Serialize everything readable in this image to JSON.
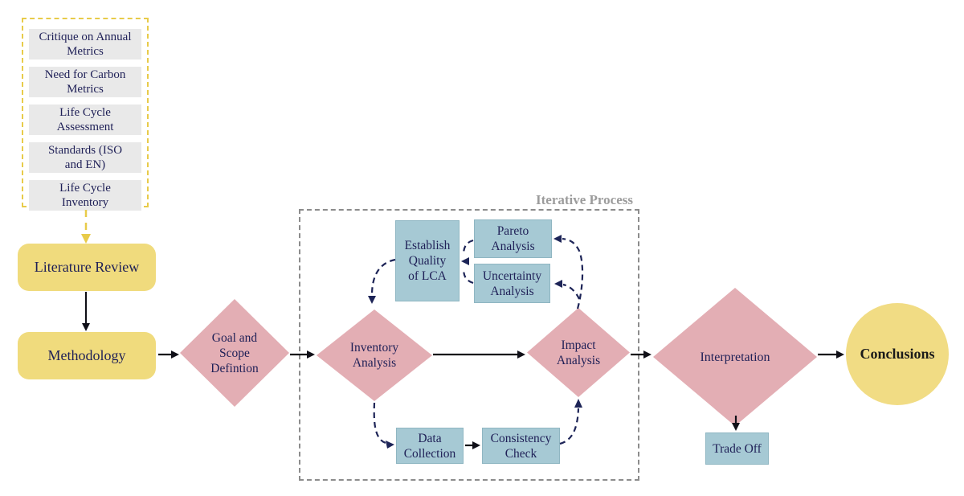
{
  "colors": {
    "yellow_fill": "#F0DB7D",
    "yellow_dash": "#E8CB4A",
    "pink_diamond": "#E3AEB4",
    "blue_fill": "#A6C9D4",
    "blue_border": "#8FB6C2",
    "gray_item": "#E9E9E9",
    "navy_text": "#1F2057",
    "navy_dash_arrow": "#1D2457",
    "gray_dash_border": "#8C8C8C",
    "iterative_label_gray": "#9C9C9C",
    "solid_arrow": "#101018"
  },
  "literature_topics": {
    "items": [
      "Critique on Annual\nMetrics",
      "Need for Carbon\nMetrics",
      "Life Cycle\nAssessment",
      "Standards (ISO\nand EN)",
      "Life Cycle\nInventory"
    ]
  },
  "nodes": {
    "literature_review": "Literature Review",
    "methodology": "Methodology",
    "goal_scope": "Goal and\nScope\nDefintion",
    "inventory_analysis": "Inventory\nAnalysis",
    "establish_quality": "Establish\nQuality\nof LCA",
    "pareto_analysis": "Pareto\nAnalysis",
    "uncertainty_analysis": "Uncertainty\nAnalysis",
    "impact_analysis": "Impact\nAnalysis",
    "data_collection": "Data\nCollection",
    "consistency_check": "Consistency\nCheck",
    "interpretation": "Interpretation",
    "conclusions": "Conclusions",
    "trade_off": "Trade Off"
  },
  "iterative": {
    "label": "Iterative Process"
  }
}
